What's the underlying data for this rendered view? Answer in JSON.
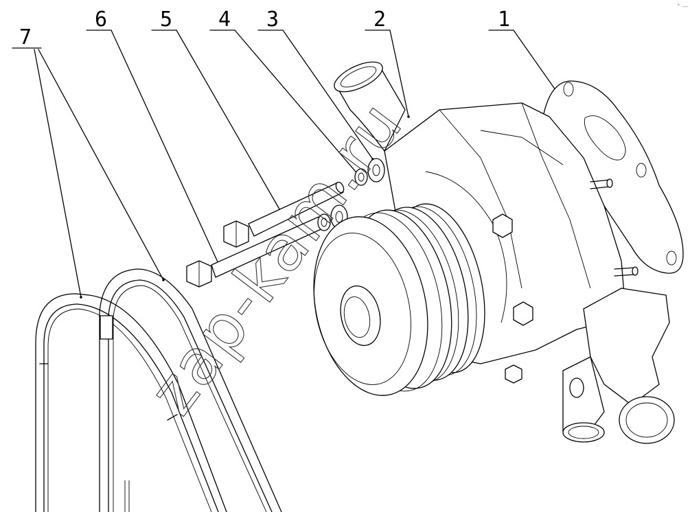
{
  "callouts": [
    {
      "label": "1"
    },
    {
      "label": "2"
    },
    {
      "label": "3"
    },
    {
      "label": "4"
    },
    {
      "label": "5"
    },
    {
      "label": "6"
    },
    {
      "label": "7"
    }
  ],
  "watermark": {
    "text": "zap-kam.ru"
  },
  "corner_mark": {
    "text": "° —"
  }
}
